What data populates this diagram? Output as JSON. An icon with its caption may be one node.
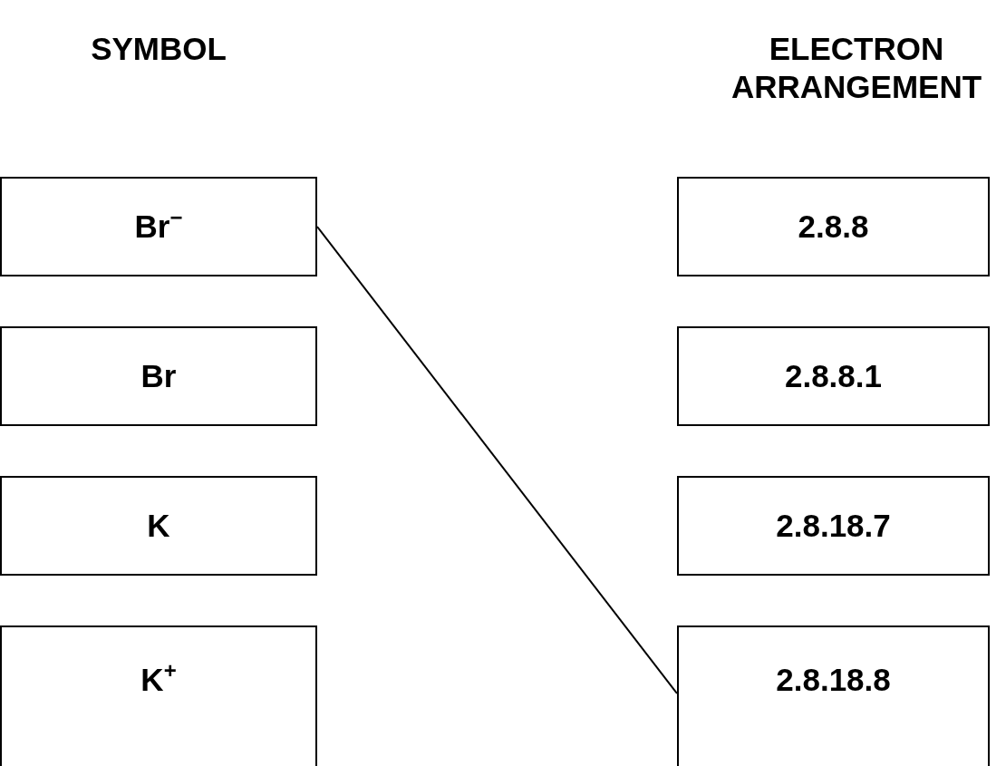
{
  "diagram": {
    "nodes": [
      {
        "text": [
          "Br$^{−}$"
        ]
      },
      {
        "text": [
          "Br"
        ]
      },
      {
        "text": [
          "K"
        ]
      },
      {
        "text": [
          "K$^{+}$"
        ]
      },
      {
        "text": [
          "2.8.8"
        ]
      },
      {
        "text": [
          "2.8.8.1"
        ]
      },
      {
        "text": [
          "2.8.18.7"
        ]
      },
      {
        "text": [
          "2.8.18.8"
        ]
      }
    ],
    "edges": [
      {
        "from": 0,
        "to": 7,
        "arrow": "none"
      }
    ],
    "labels": [
      "SYMBOL",
      "ELECTRON ARRANGEMENT"
    ]
  }
}
